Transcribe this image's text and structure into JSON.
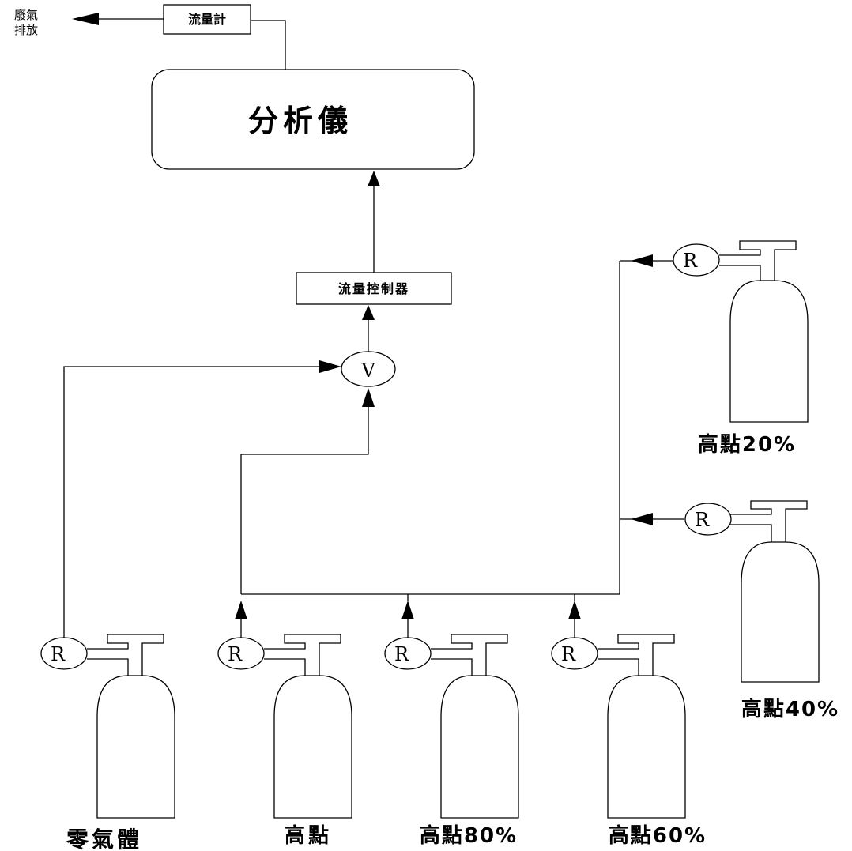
{
  "exhaust": {
    "line1": "廢氣",
    "line2": "排放"
  },
  "flow_meter": {
    "label": "流量計"
  },
  "analyzer": {
    "label": "分析儀"
  },
  "flow_controller": {
    "label": "流量控制器"
  },
  "valve": {
    "label": "V"
  },
  "regulator": {
    "label": "R"
  },
  "cylinders": {
    "zero": {
      "label": "零氣體"
    },
    "high": {
      "label": "高點"
    },
    "high80": {
      "label": "高點80%"
    },
    "high60": {
      "label": "高點60%"
    },
    "high40": {
      "label": "高點40%"
    },
    "high20": {
      "label": "高點20%"
    }
  }
}
